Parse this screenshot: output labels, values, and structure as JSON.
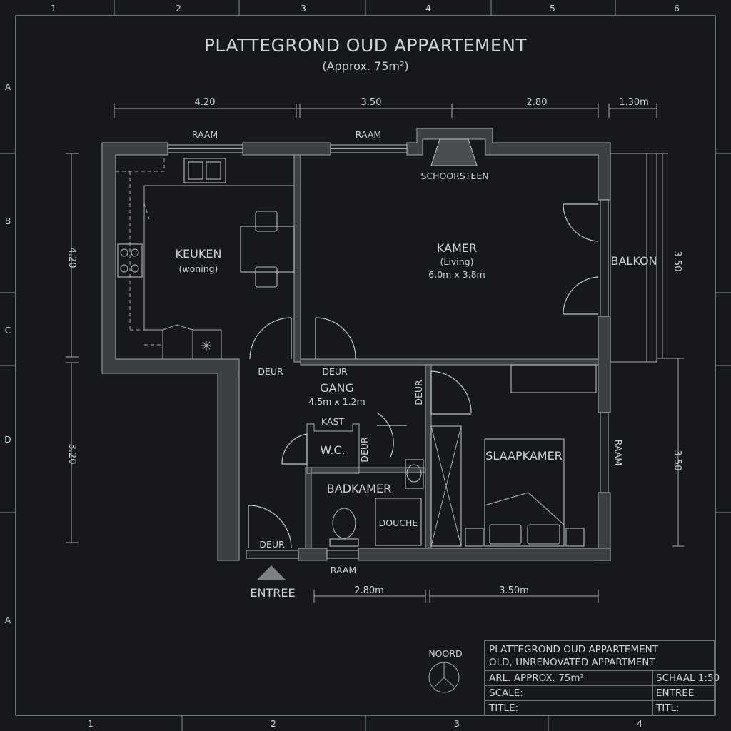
{
  "title": "PLATTEGROND OUD APPARTEMENT",
  "subtitle": "(Approx. 75m²)",
  "grid_top": [
    "1",
    "2",
    "3",
    "4",
    "5",
    "6"
  ],
  "grid_bottom": [
    "1",
    "2",
    "3",
    "4"
  ],
  "grid_left": [
    "A",
    "B",
    "C",
    "D",
    "A"
  ],
  "dims": {
    "top": [
      "4.20",
      "3.50",
      "2.80",
      "1.30m"
    ],
    "left": [
      "4.20",
      "3.20"
    ],
    "right": [
      "3.50",
      "3.50"
    ],
    "bottom": [
      "2.80m",
      "3.50m"
    ]
  },
  "rooms": {
    "keuken": {
      "name": "KEUKEN",
      "sub": "(woning)"
    },
    "kamer": {
      "name": "KAMER",
      "sub": "(Living)",
      "size": "6.0m x 3.8m"
    },
    "balkon": {
      "name": "BALKON"
    },
    "gang": {
      "name": "GANG",
      "size": "4.5m x 1.2m"
    },
    "wc": {
      "name": "W.C."
    },
    "kast": {
      "name": "KAST"
    },
    "badkamer": {
      "name": "BADKAMER"
    },
    "douche": {
      "name": "DOUCHE"
    },
    "slaapkamer": {
      "name": "SLAAPKAMER"
    }
  },
  "labels": {
    "raam": "RAAM",
    "deur": "DEUR",
    "schoorsteen": "SCHOORSTEEN",
    "entree": "ENTREE",
    "noord": "NOORD"
  },
  "title_block": {
    "line1": "PLATTEGROND OUD APPARTEMENT",
    "line2": "OLD, UNRENOVATED APPARTMENT",
    "area": "ARL. APPROX. 75m²",
    "schaal": "SCHAAL 1:50",
    "scale": "SCALE:",
    "entree": "ENTREE",
    "title": "TITLE:",
    "titl": "TITL:"
  }
}
